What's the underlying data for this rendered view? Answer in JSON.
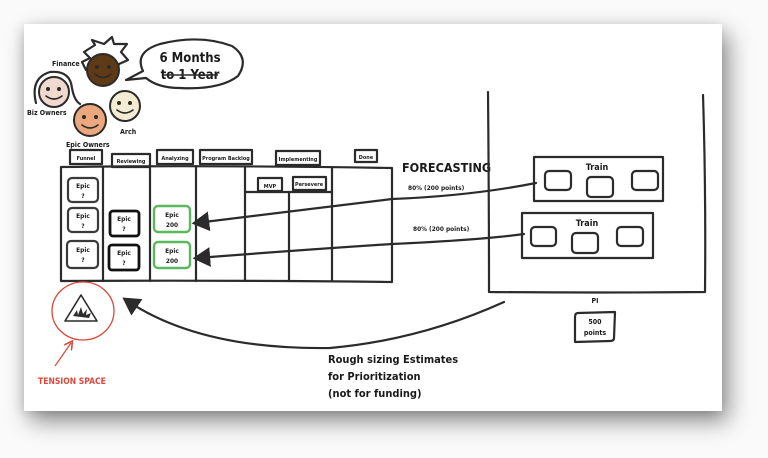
{
  "title": "Portfolio Kanban Forecasting",
  "stakeholders": [
    {
      "label": "Finance",
      "color": "#5e3a16"
    },
    {
      "label": "Biz Owners",
      "color": "#f1d9d0"
    },
    {
      "label": "Epic Owners",
      "color": "#eba77d"
    },
    {
      "label": "Arch",
      "color": "#f3ecd2"
    }
  ],
  "speech_bubble": {
    "line1": "6 Months",
    "line2": "to 1 Year"
  },
  "kanban": {
    "columns": [
      "Funnel",
      "Reviewing",
      "Analyzing",
      "Program Backlog",
      "Implementing",
      "Done"
    ],
    "sub_columns": [
      "MVP",
      "Persevere"
    ],
    "cards": [
      {
        "column": "Funnel",
        "line1": "Epic",
        "line2": "?",
        "style": "normal"
      },
      {
        "column": "Funnel",
        "line1": "Epic",
        "line2": "?",
        "style": "normal"
      },
      {
        "column": "Funnel",
        "line1": "Epic",
        "line2": "?",
        "style": "normal"
      },
      {
        "column": "Reviewing",
        "line1": "Epic",
        "line2": "?",
        "style": "bold"
      },
      {
        "column": "Reviewing",
        "line1": "Epic",
        "line2": "?",
        "style": "bold"
      },
      {
        "column": "Analyzing",
        "line1": "Epic",
        "line2": "200",
        "style": "green"
      },
      {
        "column": "Analyzing",
        "line1": "Epic",
        "line2": "200",
        "style": "green"
      }
    ]
  },
  "forecasting": {
    "title": "FORECASTING",
    "arrow_labels": [
      "80% (200 points)",
      "80% (200 points)"
    ]
  },
  "pi": {
    "label": "PI",
    "trains": [
      {
        "label": "Train"
      },
      {
        "label": "Train"
      }
    ],
    "capacity": {
      "line1": "500",
      "line2": "points"
    }
  },
  "tension": {
    "label": "TENSION SPACE",
    "color": "#d9483b"
  },
  "footer_note": {
    "line1": "Rough sizing Estimates",
    "line2": "for Prioritization",
    "line3": "(not for funding)"
  },
  "colors": {
    "ink": "#2b2b2b",
    "green_card": "#5cb85c",
    "tension_red": "#d9483b"
  }
}
